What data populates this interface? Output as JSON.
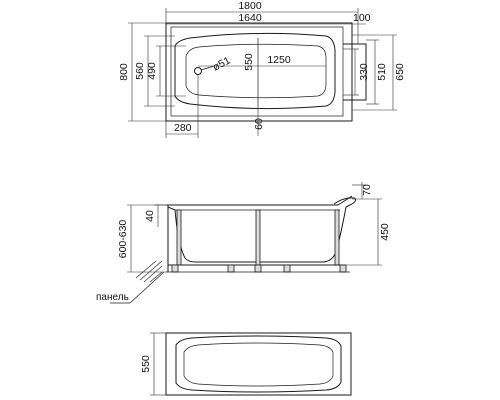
{
  "top_view": {
    "dims": {
      "overall_length": "1800",
      "inner_length": "1640",
      "rim_offset": "100",
      "overall_width": "800",
      "width_560": "560",
      "width_490": "490",
      "width_550": "550",
      "diameter": "ø51",
      "length_1250": "1250",
      "width_330": "330",
      "width_510": "510",
      "width_650": "650",
      "offset_280": "280",
      "offset_60": "60"
    }
  },
  "side_view": {
    "dims": {
      "h_70": "70",
      "h_40": "40",
      "h_600_630": "600-630",
      "h_450": "450"
    },
    "panel_label": "панель"
  },
  "front_view": {
    "dims": {
      "h_550": "550"
    }
  }
}
